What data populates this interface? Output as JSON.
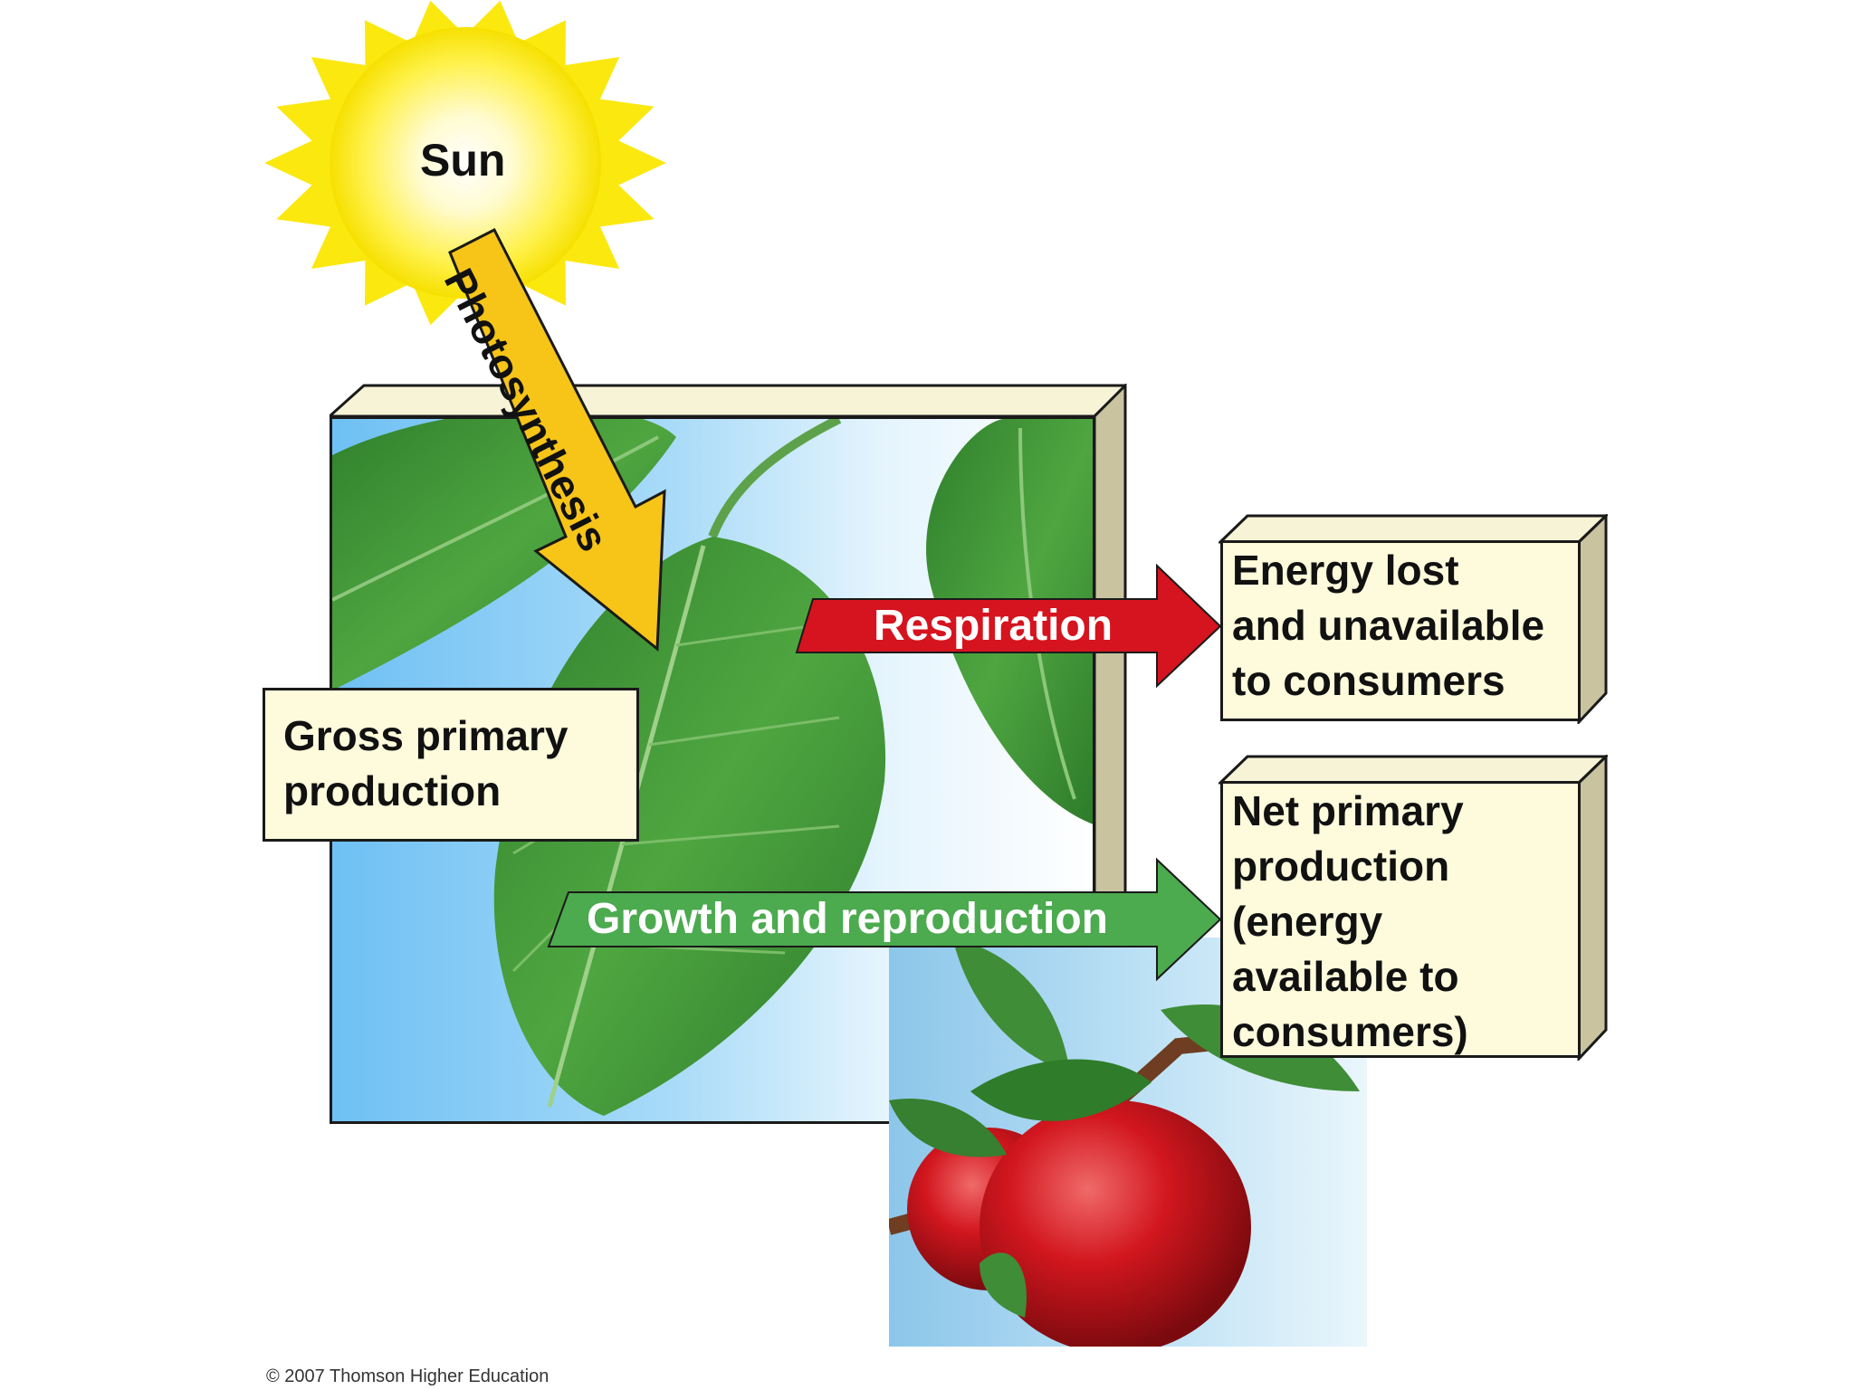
{
  "sun": {
    "label": "Sun"
  },
  "photosynthesis": {
    "label": "Photosynthesis",
    "color": "#f7c418"
  },
  "respiration": {
    "label": "Respiration",
    "color": "#d5141f"
  },
  "growth": {
    "label": "Growth and reproduction",
    "color": "#4caa4f"
  },
  "gross_box": {
    "lines": [
      "Gross primary",
      "production"
    ]
  },
  "energy_box": {
    "lines": [
      "Energy lost",
      "and unavailable",
      "to consumers"
    ]
  },
  "net_box": {
    "lines": [
      "Net primary",
      "production",
      "(energy",
      "available to",
      "consumers)"
    ]
  },
  "copyright": "© 2007 Thomson Higher Education",
  "colors": {
    "box_fill": "#fdfbdc",
    "leaf": "#3f9a3a",
    "apple": "#c8141c"
  }
}
